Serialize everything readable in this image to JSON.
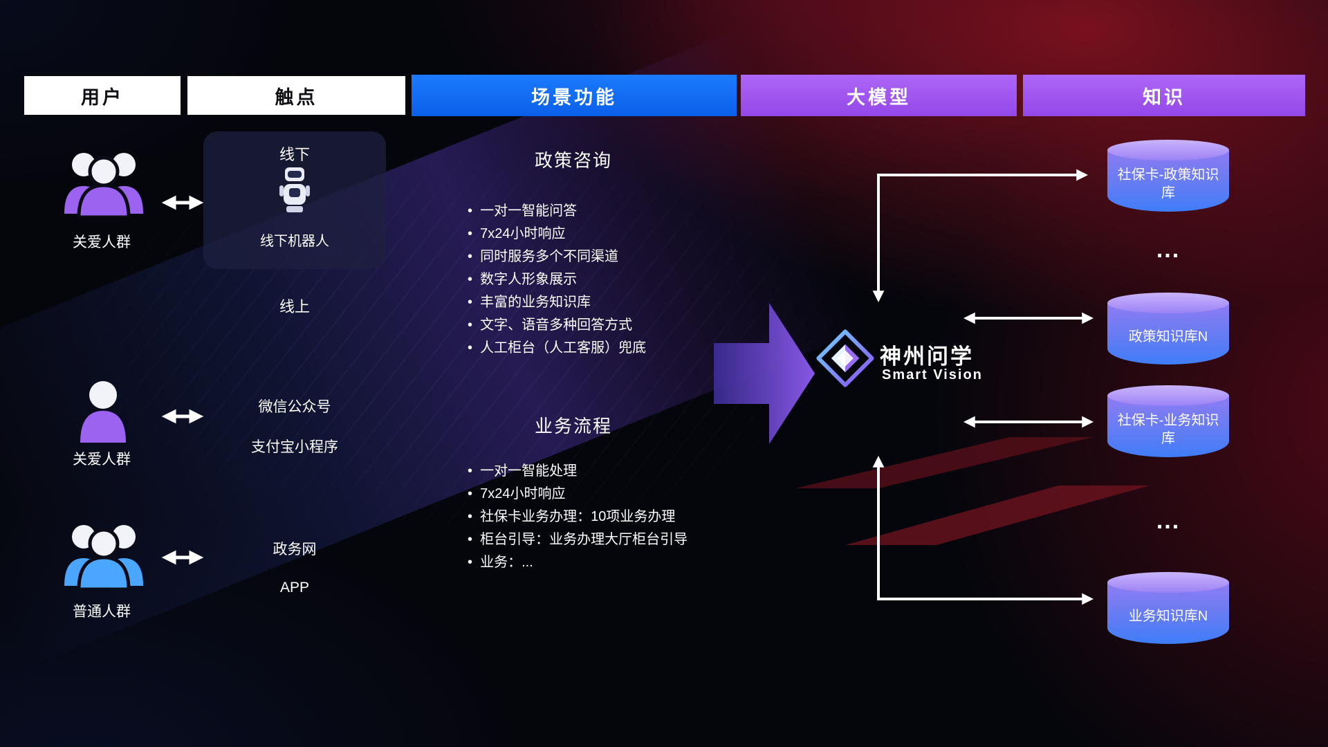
{
  "header": {
    "columns": [
      {
        "label": "用户"
      },
      {
        "label": "触点"
      },
      {
        "label": "场景功能"
      },
      {
        "label": "大模型"
      },
      {
        "label": "知识"
      }
    ]
  },
  "users": [
    {
      "label": "关爱人群",
      "icon": "group-users-purple"
    },
    {
      "label": "关爱人群",
      "icon": "person-purple"
    },
    {
      "label": "普通人群",
      "icon": "group-users-blue"
    }
  ],
  "touchpoints": {
    "offline_title": "线下",
    "offline_robot_label": "线下机器人",
    "online_title": "线上",
    "channels": [
      "微信公众号",
      "支付宝小程序",
      "政务网",
      "APP"
    ]
  },
  "scenarios": [
    {
      "title": "政策咨询",
      "items": [
        "一对一智能问答",
        "7x24小时响应",
        "同时服务多个不同渠道",
        "数字人形象展示",
        "丰富的业务知识库",
        "文字、语音多种回答方式",
        "人工柜台（人工客服）兜底"
      ]
    },
    {
      "title": "业务流程",
      "items": [
        "一对一智能处理",
        "7x24小时响应",
        "社保卡业务办理：10项业务办理",
        "柜台引导：业务办理大厅柜台引导",
        "业务：..."
      ]
    }
  ],
  "model": {
    "name": "神州问学",
    "subtitle": "Smart Vision"
  },
  "knowledge": {
    "items": [
      {
        "type": "database",
        "label": "社保卡-政策知识库"
      },
      {
        "type": "ellipsis",
        "label": "..."
      },
      {
        "type": "database",
        "label": "政策知识库N"
      },
      {
        "type": "database",
        "label": "社保卡-业务知识库"
      },
      {
        "type": "ellipsis",
        "label": "..."
      },
      {
        "type": "database",
        "label": "业务知识库N"
      }
    ]
  },
  "colors": {
    "header_blue": "#0e6ff2",
    "header_purple": "#a158f0",
    "user_purple": "#9b63f0",
    "user_blue": "#4aa6ff",
    "flow_arrow_purple": "#8f5cf0",
    "db_top": "#b9a0f8",
    "db_body_top": "#8f7bf2",
    "db_body_bottom": "#3f7df8",
    "bg_red_glow": "#d7192d",
    "connector_white": "#ffffff"
  }
}
